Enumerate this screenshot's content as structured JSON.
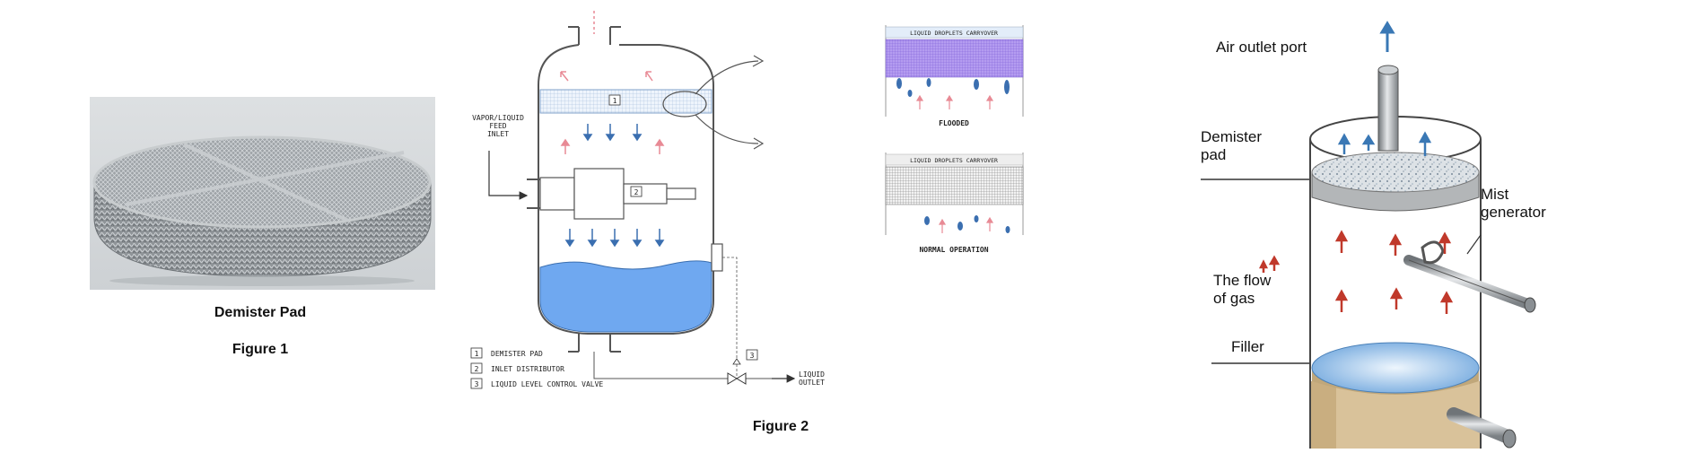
{
  "figure1": {
    "title": "Demister Pad",
    "caption": "Figure 1"
  },
  "figure2": {
    "caption": "Figure 2",
    "feed_label": [
      "VAPOR/LIQUID",
      "FEED",
      "INLET"
    ],
    "outlet_label": [
      "LIQUID",
      "OUTLET"
    ],
    "callout_top": {
      "header": "LIQUID DROPLETS CARRYOVER",
      "label": "FLOODED"
    },
    "callout_bottom": {
      "header": "LIQUID DROPLETS CARRYOVER",
      "label": "NORMAL OPERATION"
    },
    "legend": [
      {
        "num": "1",
        "text": "DEMISTER PAD"
      },
      {
        "num": "2",
        "text": "INLET DISTRIBUTOR"
      },
      {
        "num": "3",
        "text": "LIQUID LEVEL CONTROL VALVE"
      }
    ]
  },
  "figure3": {
    "labels": {
      "air_outlet": "Air outlet port",
      "demister": [
        "Demister",
        "pad"
      ],
      "mist": [
        "Mist",
        "generator"
      ],
      "gas": [
        "The flow",
        "of gas"
      ],
      "filler": "Filler"
    }
  },
  "colors": {
    "vapor_arrow": "#e88a95",
    "liquid_arrow": "#3b6fb0",
    "liquid": "#6fa8f0",
    "pad": "#cfe3fb",
    "flooded_pad": "#a78bea",
    "gas_arrow": "#c0392b",
    "air_arrow": "#3a78b5",
    "filler": "#d9c29a"
  }
}
